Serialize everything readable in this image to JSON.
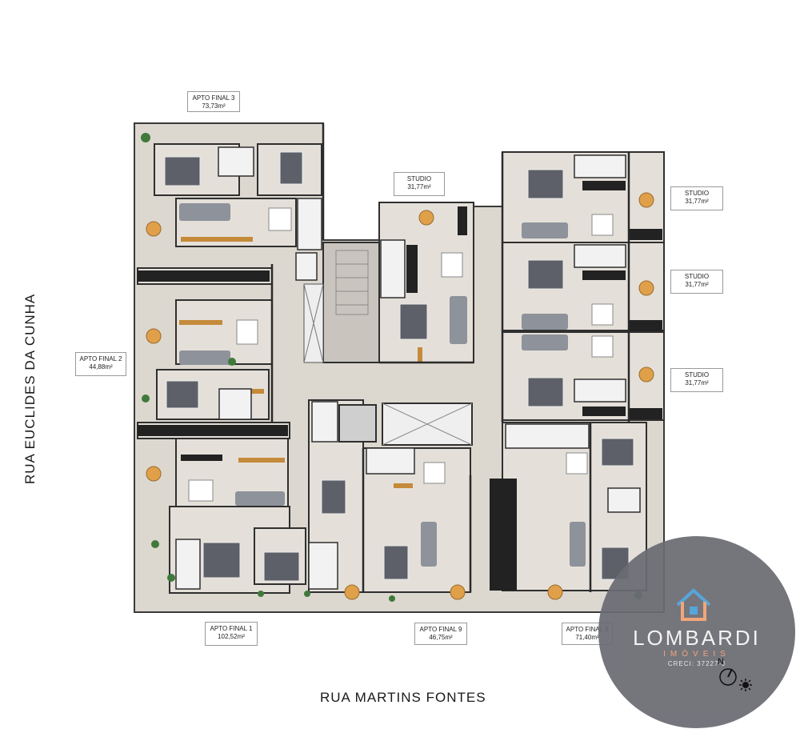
{
  "streets": {
    "left": "RUA EUCLIDES DA CUNHA",
    "bottom": "RUA MARTINS FONTES"
  },
  "units": [
    {
      "id": "apto-final-3",
      "name": "APTO FINAL 3",
      "area": "73,73m²"
    },
    {
      "id": "studio-top",
      "name": "STUDIO",
      "area": "31,77m²"
    },
    {
      "id": "studio-right-1",
      "name": "STUDIO",
      "area": "31,77m²"
    },
    {
      "id": "studio-right-2",
      "name": "STUDIO",
      "area": "31,77m²"
    },
    {
      "id": "studio-right-3",
      "name": "STUDIO",
      "area": "31,77m²"
    },
    {
      "id": "apto-final-2",
      "name": "APTO FINAL 2",
      "area": "44,88m²"
    },
    {
      "id": "apto-final-1",
      "name": "APTO FINAL 1",
      "area": "102,52m²"
    },
    {
      "id": "apto-final-9",
      "name": "APTO FINAL 9",
      "area": "46,75m²"
    },
    {
      "id": "apto-final-8",
      "name": "APTO FINAL 8",
      "area": "71,40m²"
    }
  ],
  "logo": {
    "brand": "LOMBARDI",
    "subtitle": "IMÓVEIS",
    "creci": "CRECI: 37227-J"
  },
  "colors": {
    "floor": "#d9d4cc",
    "wall": "#3a3a3a",
    "garden": "#cfcac1",
    "sofa": "#5d6068",
    "wood": "#c58a3a",
    "logo_bg": "#6b6b73",
    "logo_accent": "#f0a070",
    "logo_house": "#4aa0d8"
  }
}
